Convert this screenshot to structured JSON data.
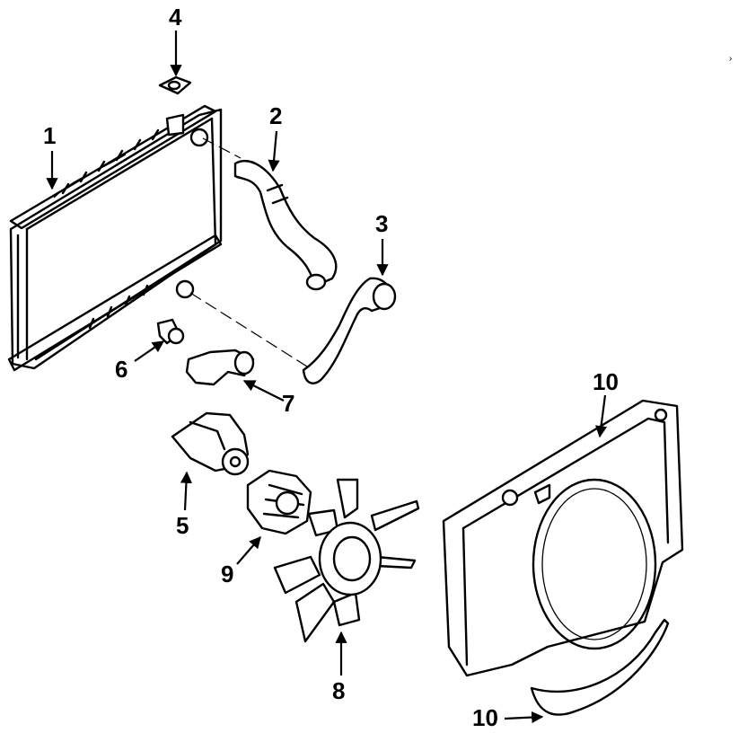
{
  "diagram": {
    "callouts": [
      {
        "id": "c1",
        "label": "1"
      },
      {
        "id": "c2",
        "label": "2"
      },
      {
        "id": "c3",
        "label": "3"
      },
      {
        "id": "c4",
        "label": "4"
      },
      {
        "id": "c5",
        "label": "5"
      },
      {
        "id": "c6",
        "label": "6"
      },
      {
        "id": "c7",
        "label": "7"
      },
      {
        "id": "c8",
        "label": "8"
      },
      {
        "id": "c9",
        "label": "9"
      },
      {
        "id": "c10a",
        "label": "10"
      },
      {
        "id": "c10b",
        "label": "10"
      }
    ],
    "colors": {
      "line": "#000000",
      "background": "#ffffff"
    }
  }
}
